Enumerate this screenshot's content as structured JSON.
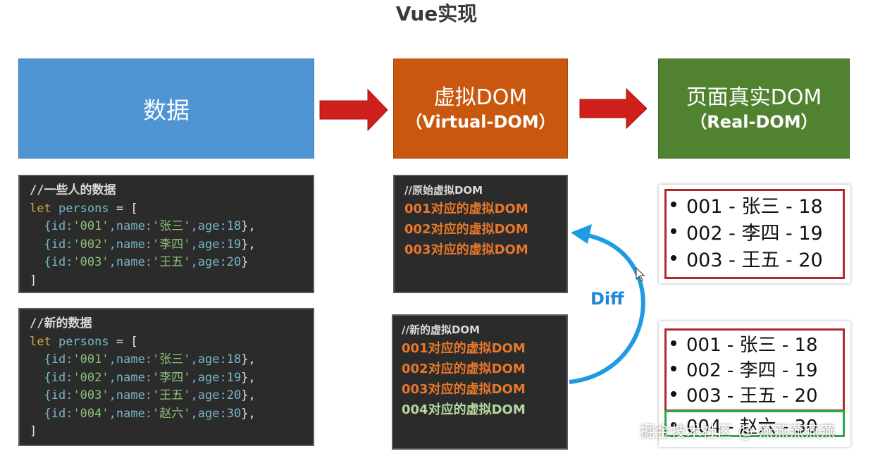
{
  "title": "Vue实现",
  "boxes": {
    "data_label": "数据",
    "vdom_line1": "虚拟DOM",
    "vdom_line2": "（Virtual-DOM）",
    "rdom_line1": "页面真实DOM",
    "rdom_line2": "（Real-DOM）",
    "colors": {
      "data": "#4f95d3",
      "vdom": "#c9580e",
      "rdom": "#51822f",
      "arrow": "#d0201b"
    }
  },
  "old_code": {
    "comment": "//一些人的数据",
    "declaration": {
      "keyword": "let",
      "name": "persons",
      "rest": " = ["
    },
    "items": [
      {
        "id": "'001'",
        "name": "'张三'",
        "age": "18",
        "end": "},"
      },
      {
        "id": "'002'",
        "name": "'李四'",
        "age": "19",
        "end": "},"
      },
      {
        "id": "'003'",
        "name": "'王五'",
        "age": "20",
        "end": "}"
      }
    ],
    "close": "]"
  },
  "new_code": {
    "comment": "//新的数据",
    "declaration": {
      "keyword": "let",
      "name": "persons",
      "rest": " = ["
    },
    "items": [
      {
        "id": "'001'",
        "name": "'张三'",
        "age": "18",
        "end": "},"
      },
      {
        "id": "'002'",
        "name": "'李四'",
        "age": "19",
        "end": "},"
      },
      {
        "id": "'003'",
        "name": "'王五'",
        "age": "20",
        "end": "},"
      },
      {
        "id": "'004'",
        "name": "'赵六'",
        "age": "30",
        "end": "},"
      }
    ],
    "close": "]"
  },
  "old_vdom": {
    "comment": "//原始虚拟DOM",
    "items": [
      "001对应的虚拟DOM",
      "002对应的虚拟DOM",
      "003对应的虚拟DOM"
    ]
  },
  "new_vdom": {
    "comment": "//新的虚拟DOM",
    "items": [
      "001对应的虚拟DOM",
      "002对应的虚拟DOM",
      "003对应的虚拟DOM",
      "004对应的虚拟DOM"
    ]
  },
  "diff_label": "Diff",
  "old_real": [
    "001 - 张三 - 18",
    "002 - 李四 - 19",
    "003 - 王五 - 20"
  ],
  "new_real": [
    "001 - 张三 - 18",
    "002 - 李四 - 19",
    "003 - 王五 - 20"
  ],
  "new_real_added": "004 - 赵六 - 30",
  "watermark": "掘金技术社区 @ 燕燕燕燕燕"
}
